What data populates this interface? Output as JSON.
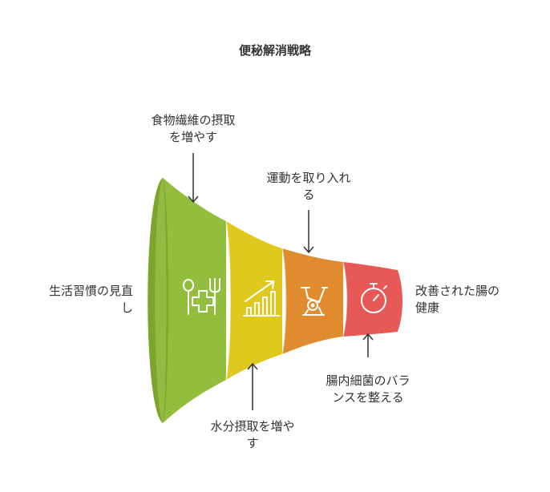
{
  "title": "便秘解消戦略",
  "colors": {
    "green": "#93BD3C",
    "green_dark": "#7DA52E",
    "yellow": "#E0C91E",
    "orange": "#E08B2E",
    "red": "#E65957",
    "arrow": "#333333",
    "icon_stroke": "#ffffff"
  },
  "funnel": {
    "left_label": [
      "生活習慣の見直",
      "し"
    ],
    "right_label": [
      "改善された腸の",
      "健康"
    ],
    "stages": [
      {
        "name": "食物繊維の摂取を増やす",
        "label": [
          "食物繊維の摂取",
          "を増やす"
        ],
        "icon": "fork-plus-icon",
        "position": "top"
      },
      {
        "name": "水分摂取を増やす",
        "label": [
          "水分摂取を増や",
          "す"
        ],
        "icon": "bar-chart-growth-icon",
        "position": "bottom"
      },
      {
        "name": "運動を取り入れる",
        "label": [
          "運動を取り入れ",
          "る"
        ],
        "icon": "exercise-bike-icon",
        "position": "top"
      },
      {
        "name": "腸内細菌のバランスを整える",
        "label": [
          "腸内細菌のバラ",
          "ンスを整える"
        ],
        "icon": "stopwatch-icon",
        "position": "bottom"
      }
    ]
  }
}
